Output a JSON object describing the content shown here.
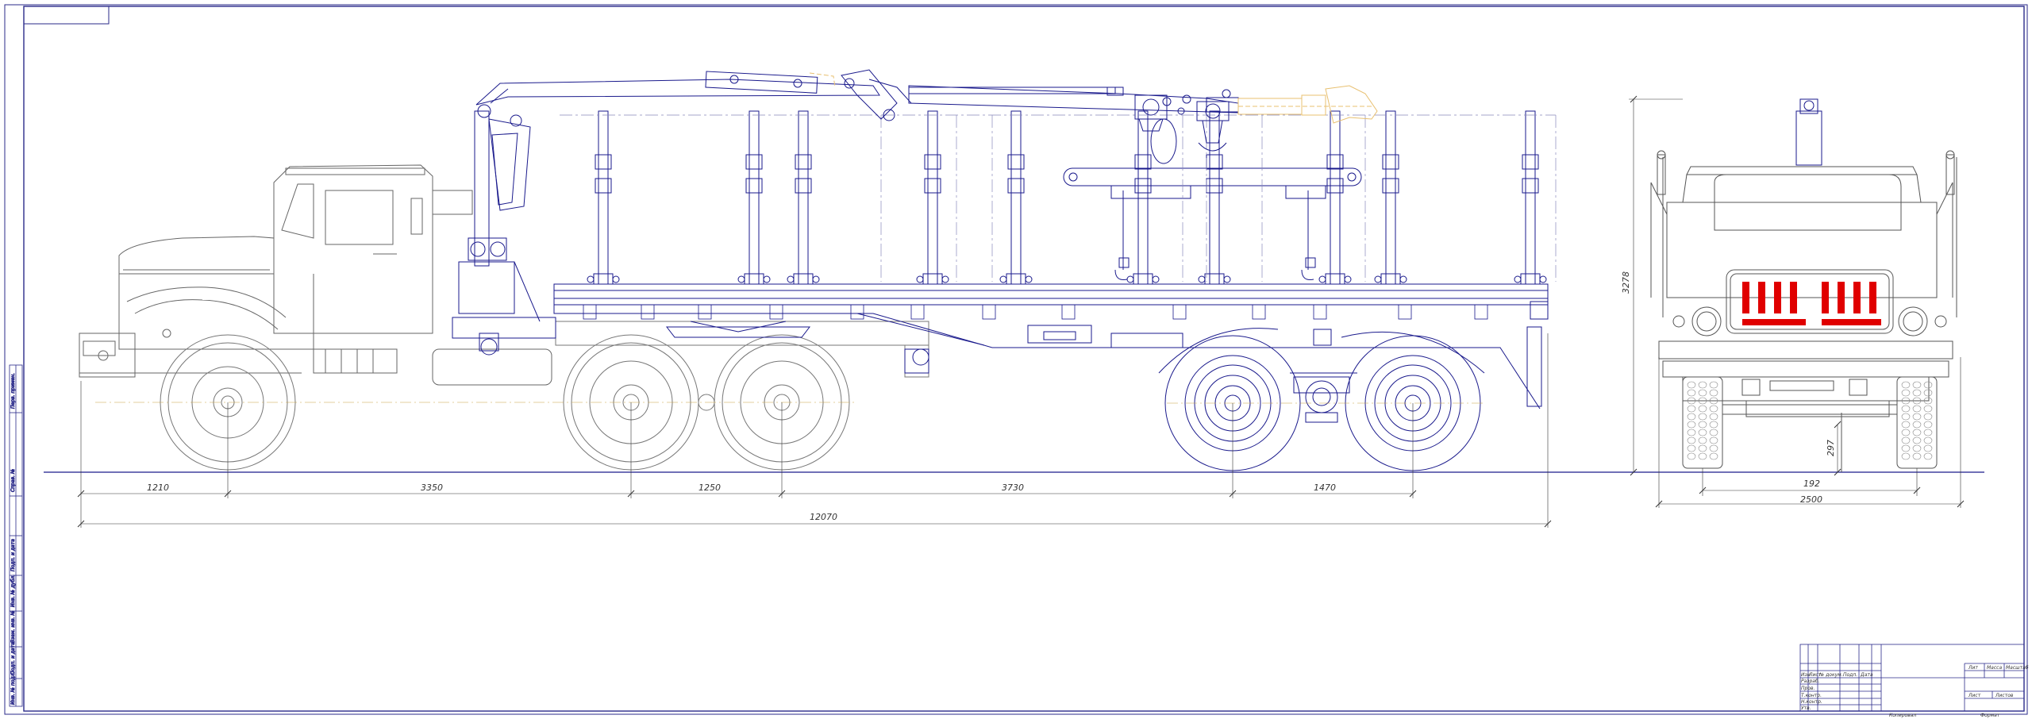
{
  "drawing": {
    "dimensions": {
      "d1": "1210",
      "d2": "3350",
      "d3": "1250",
      "d4": "3730",
      "d5": "1470",
      "total_length": "12070",
      "height": "3278",
      "clearance": "297",
      "track": "192",
      "width": "2500"
    },
    "colors": {
      "frame": "#1a1a8c",
      "outline": "#555555",
      "accent": "#e00000",
      "crane_ghost": "#e8c070"
    }
  },
  "title_block": {
    "headers": [
      "Изм",
      "Лист",
      "№ докум.",
      "Подп.",
      "Дата"
    ],
    "rows": [
      "Разраб.",
      "Пров.",
      "Т.контр.",
      "Н.контр.",
      "Утв."
    ],
    "right_headers": [
      "Лит",
      "Масса",
      "Масштаб"
    ],
    "sheet": [
      "Лист",
      "Листов"
    ],
    "footer": [
      "Копировал",
      "Формат"
    ]
  },
  "side_stamps": [
    "Перв. примен.",
    "Справ. №",
    "Подп. и дата",
    "Инв. № дубл.",
    "Взам. инв. №",
    "Подп. и дата",
    "Инв. № подл."
  ]
}
